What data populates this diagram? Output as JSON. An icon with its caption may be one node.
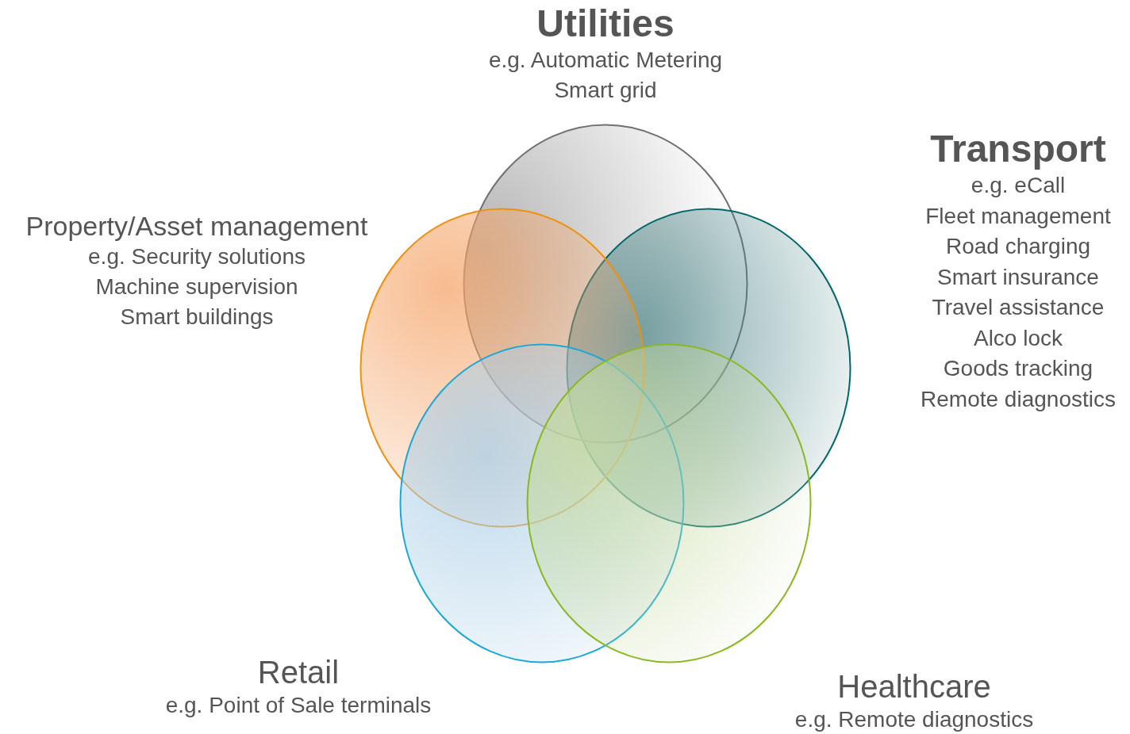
{
  "diagram": {
    "nodes": [
      {
        "text": [],
        "shape": "circle",
        "beside": [
          "Utilities",
          "e.g. Automatic Metering",
          "Smart grid"
        ]
      },
      {
        "text": [],
        "shape": "circle",
        "beside": [
          "Transport",
          "e.g. eCall",
          "Fleet management",
          "Road charging",
          "Smart insurance",
          "Travel assistance",
          "Alco lock",
          "Goods tracking",
          "Remote diagnostics"
        ]
      },
      {
        "text": [],
        "shape": "circle",
        "beside": [
          "Property/Asset management",
          "e.g. Security solutions",
          "Machine supervision",
          "Smart buildings"
        ]
      },
      {
        "text": [],
        "shape": "circle",
        "beside": [
          "Retail",
          "e.g. Point of Sale terminals"
        ]
      },
      {
        "text": [],
        "shape": "circle",
        "beside": [
          "Healthcare",
          "e.g. Remote diagnostics"
        ]
      }
    ],
    "edges": []
  }
}
